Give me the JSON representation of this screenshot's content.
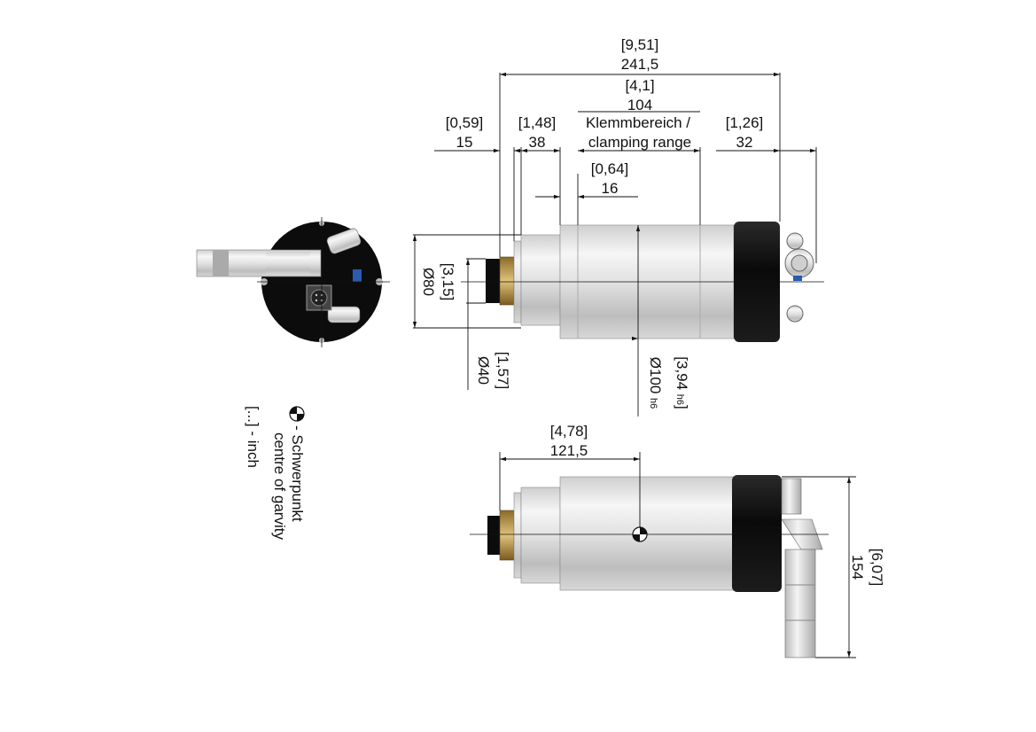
{
  "dimensions": {
    "overall_length": {
      "inch": "9,51",
      "mm": "241,5"
    },
    "body_length": {
      "inch": "4,1",
      "mm": "104"
    },
    "front_cap": {
      "inch": "0,59",
      "mm": "15"
    },
    "front_section": {
      "inch": "1,48",
      "mm": "38"
    },
    "clamping_label_de": "Klemmbereich /",
    "clamping_label_en": "clamping range",
    "rear_section": {
      "inch": "1,26",
      "mm": "32"
    },
    "step": {
      "inch": "0,64",
      "mm": "16"
    },
    "flange_diameter": {
      "inch": "3,15",
      "mm": "Ø80"
    },
    "nose_diameter": {
      "inch": "1,57",
      "mm": "Ø40"
    },
    "housing_diameter": {
      "inch": "3,94",
      "mm": "Ø100",
      "tol": "h6"
    },
    "cog_distance": {
      "inch": "4,78",
      "mm": "121,5"
    },
    "total_height": {
      "inch": "6,07",
      "mm": "154"
    }
  },
  "legend": {
    "cog_de": "- Schwerpunkt",
    "cog_en": "centre of garvity",
    "inch_note": "[...] - inch"
  },
  "colors": {
    "line": "#111111",
    "housing_dark": "#0d0d0d",
    "steel_light": "#eeeeee",
    "steel_mid": "#b9b9b9",
    "brass": "#b38c3a",
    "blue_accent": "#2a5bb0"
  }
}
